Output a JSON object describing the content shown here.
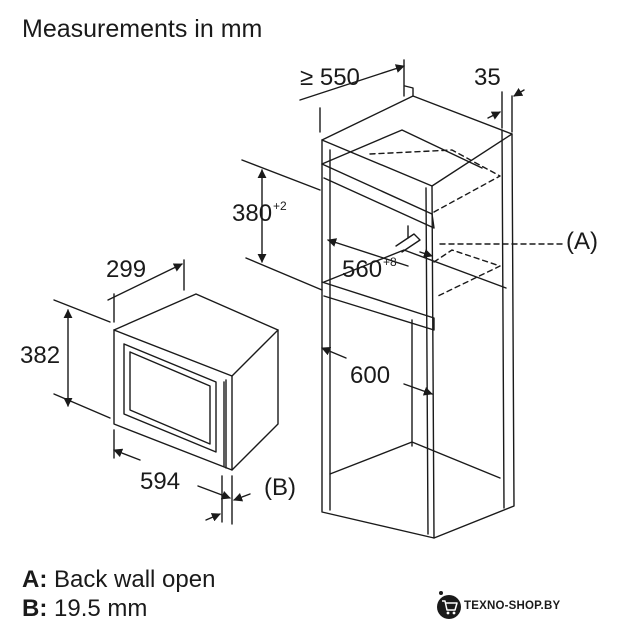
{
  "title": "Measurements in mm",
  "dimensions": {
    "cabinet_depth": "≥ 550",
    "cabinet_gap": "35",
    "niche_height": "380",
    "niche_height_tolerance": "+2",
    "niche_width": "560",
    "niche_width_tolerance": "+8",
    "cabinet_width": "600",
    "appliance_depth": "299",
    "appliance_height": "382",
    "appliance_width": "594"
  },
  "callouts": {
    "a": "(A)",
    "b": "(B)"
  },
  "legend": [
    {
      "key": "A:",
      "text": "Back wall open"
    },
    {
      "key": "B:",
      "text": "19.5 mm"
    }
  ],
  "watermark": "TEXNO-SHOP.BY",
  "colors": {
    "line": "#1a1a1a",
    "text": "#1a1a1a",
    "background": "#ffffff"
  }
}
